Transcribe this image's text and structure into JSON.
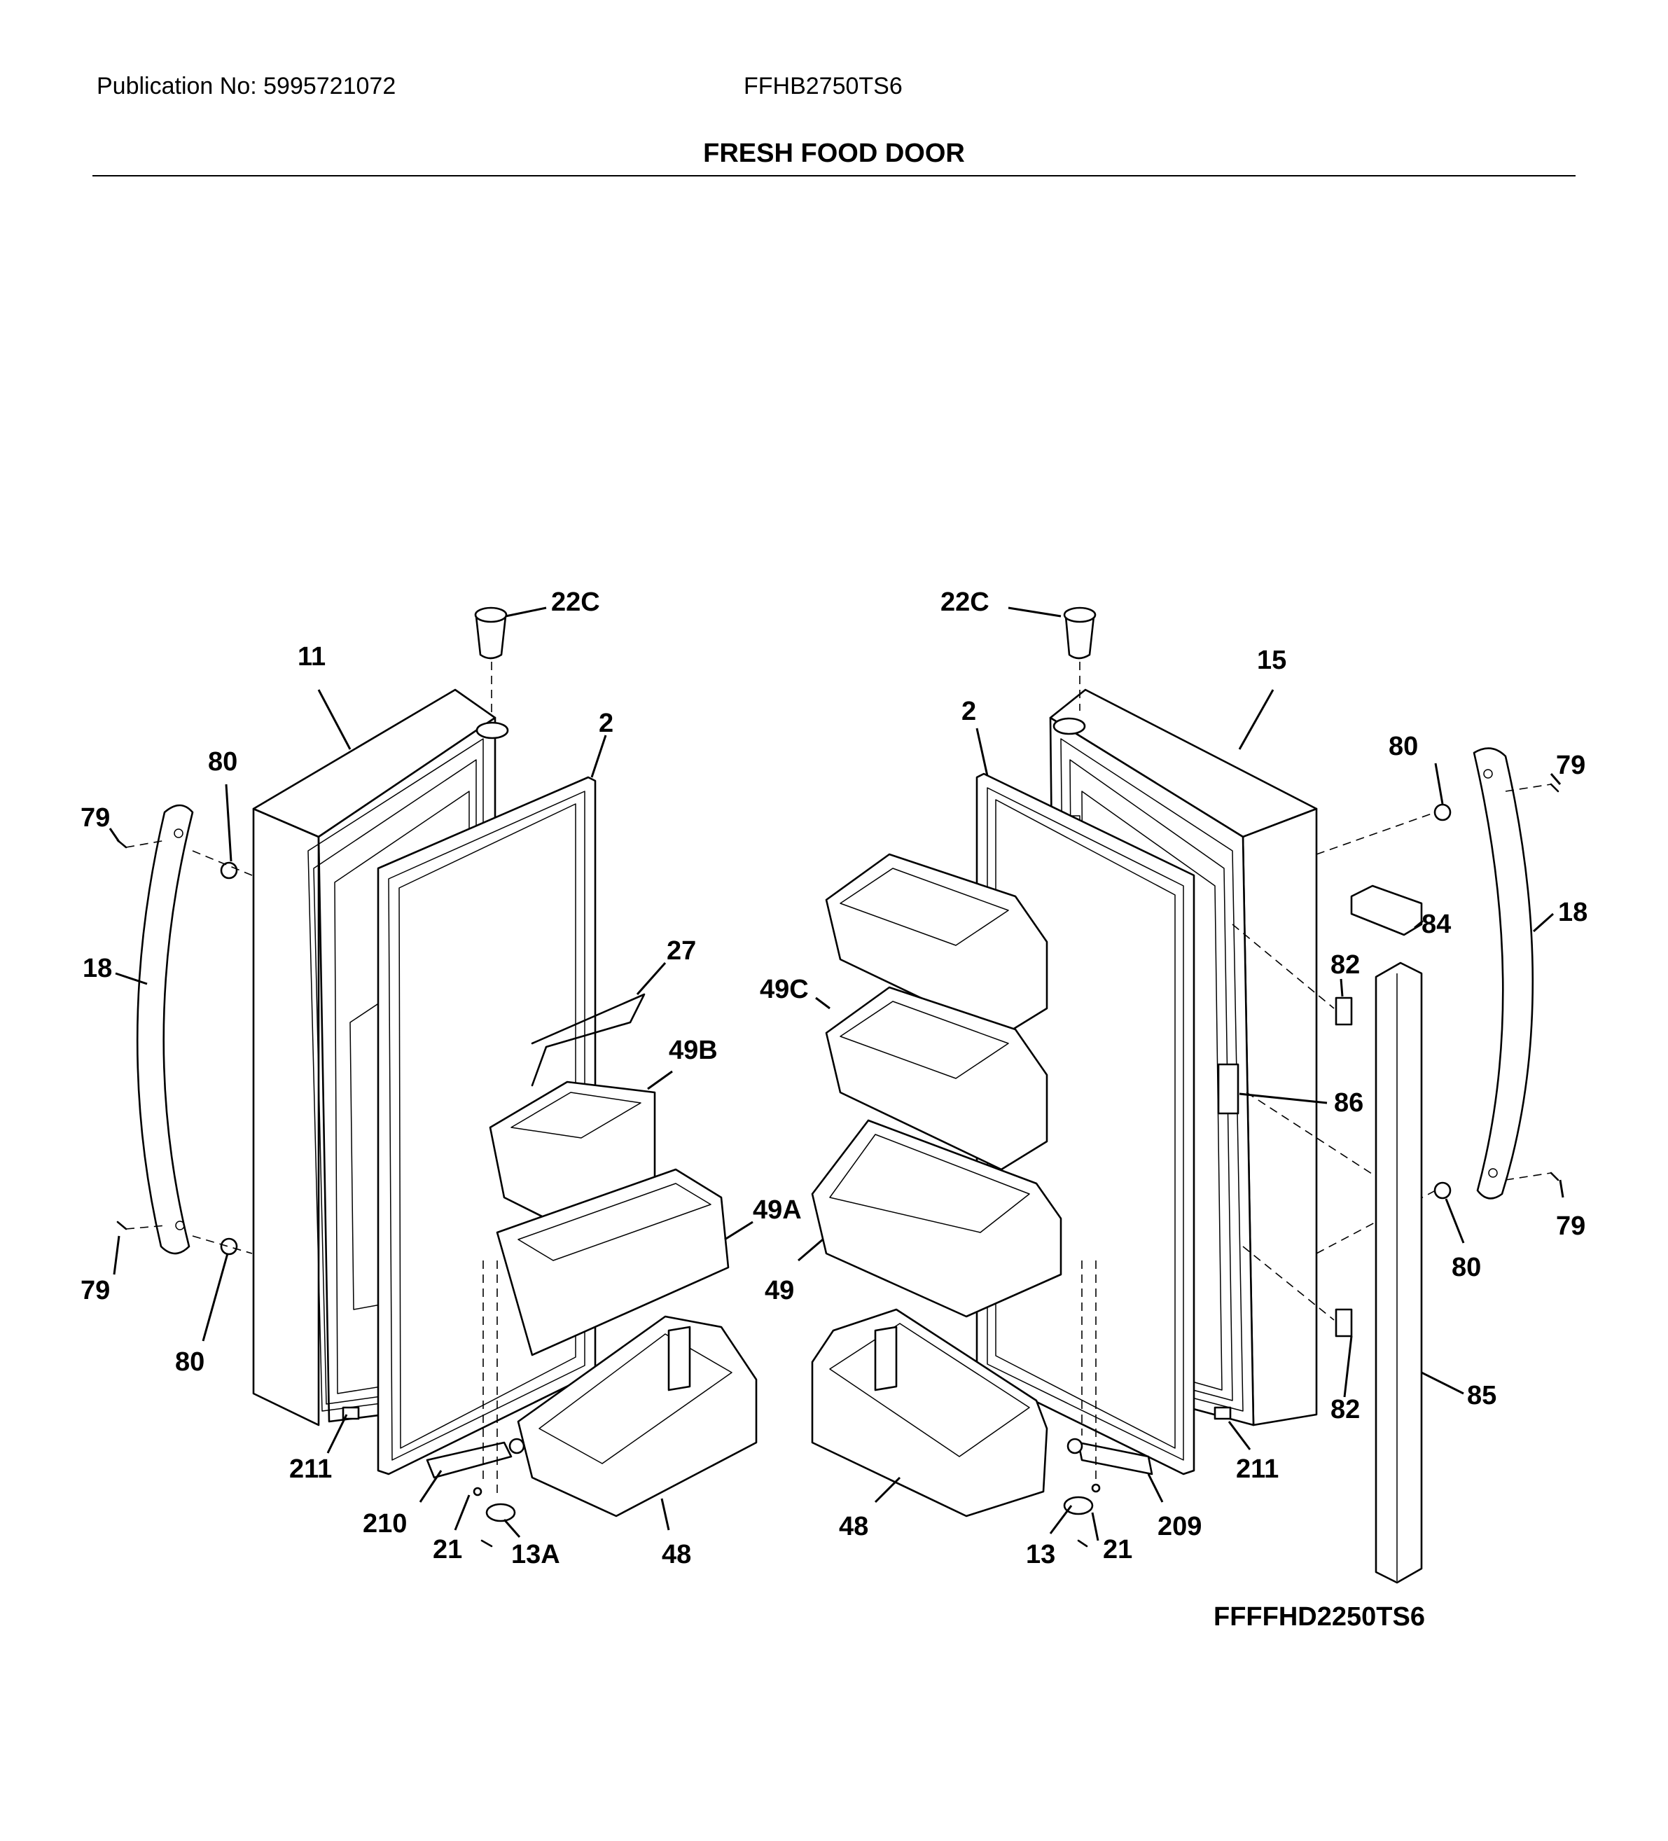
{
  "header": {
    "publication": "Publication No:  5995721072",
    "model": "FFHB2750TS6",
    "title": "FRESH FOOD DOOR"
  },
  "footer": {
    "code": "FFFFHD2250TS6"
  },
  "callouts": {
    "c22c_left": "22C",
    "c22c_right": "22C",
    "c11": "11",
    "c15": "15",
    "c2_left": "2",
    "c2_right": "2",
    "c80_tl": "80",
    "c80_bl": "80",
    "c80_tr": "80",
    "c80_br": "80",
    "c79_tl": "79",
    "c79_bl": "79",
    "c79_tr": "79",
    "c79_br": "79",
    "c18_left": "18",
    "c18_right": "18",
    "c27": "27",
    "c49b": "49B",
    "c49a": "49A",
    "c49c": "49C",
    "c49": "49",
    "c84": "84",
    "c82_top": "82",
    "c82_bottom": "82",
    "c86": "86",
    "c85": "85",
    "c211_left": "211",
    "c211_right": "211",
    "c210": "210",
    "c209": "209",
    "c21_left": "21",
    "c21_right": "21",
    "c13a": "13A",
    "c13": "13",
    "c48_left": "48",
    "c48_right": "48"
  }
}
